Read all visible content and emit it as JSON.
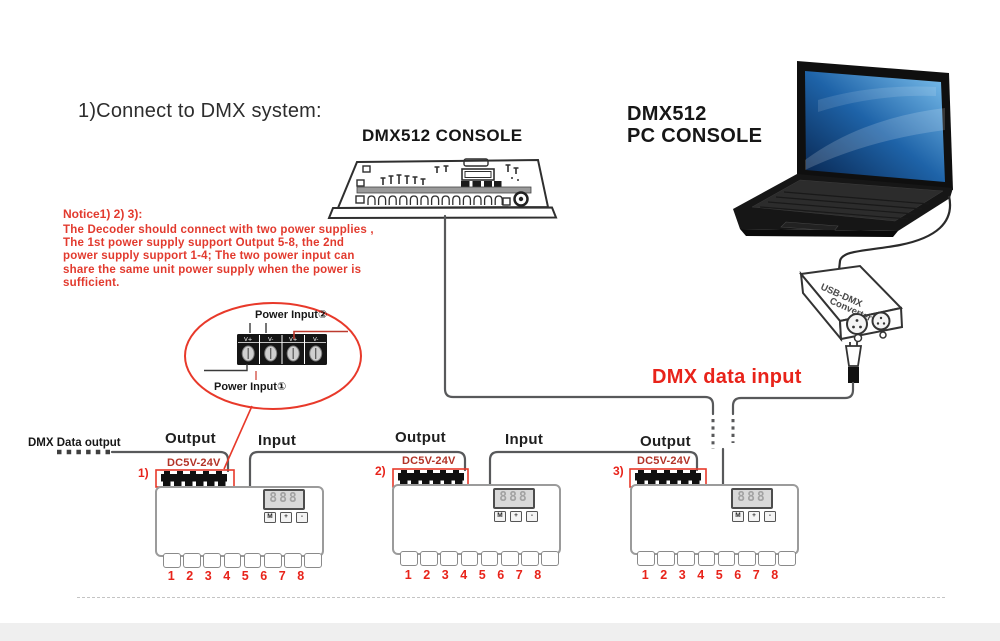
{
  "page": {
    "title": "1)Connect to DMX system:"
  },
  "console": {
    "label": "DMX512 CONSOLE"
  },
  "pc": {
    "line1": "DMX512",
    "line2": "PC CONSOLE"
  },
  "converter": {
    "line1": "USB-DMX",
    "line2": "Converter"
  },
  "notice": {
    "heading": "Notice1) 2) 3):",
    "line1": "The Decoder should connect with two power supplies ,",
    "line2": "The 1st power supply support Output 5-8, the 2nd",
    "line3": "power supply support 1-4; The two power input can",
    "line4": "share the same unit power supply when the power is",
    "line5": "sufficient."
  },
  "callout": {
    "power_input_top": "Power Input②",
    "power_input_bottom": "Power Input①",
    "terminals": [
      "V+",
      "V-",
      "V+",
      "V-"
    ]
  },
  "labels": {
    "dmx_data_input": "DMX data input",
    "dmx_data_output": "DMX Data output",
    "out1": "Output",
    "in1": "Input",
    "out2": "Output",
    "in2": "Input",
    "out3": "Output"
  },
  "decoders": [
    {
      "num": "1)",
      "power": "DC5V-24V",
      "display": "888",
      "btn1": "M",
      "btn2": "+",
      "btn3": "-",
      "ch": [
        "1",
        "2",
        "3",
        "4",
        "5",
        "6",
        "7",
        "8"
      ]
    },
    {
      "num": "2)",
      "power": "DC5V-24V",
      "display": "888",
      "btn1": "M",
      "btn2": "+",
      "btn3": "-",
      "ch": [
        "1",
        "2",
        "3",
        "4",
        "5",
        "6",
        "7",
        "8"
      ]
    },
    {
      "num": "3)",
      "power": "DC5V-24V",
      "display": "888",
      "btn1": "M",
      "btn2": "+",
      "btn3": "-",
      "ch": [
        "1",
        "2",
        "3",
        "4",
        "5",
        "6",
        "7",
        "8"
      ]
    }
  ],
  "colors": {
    "red": "#e8392a",
    "wire": "#58595b"
  }
}
